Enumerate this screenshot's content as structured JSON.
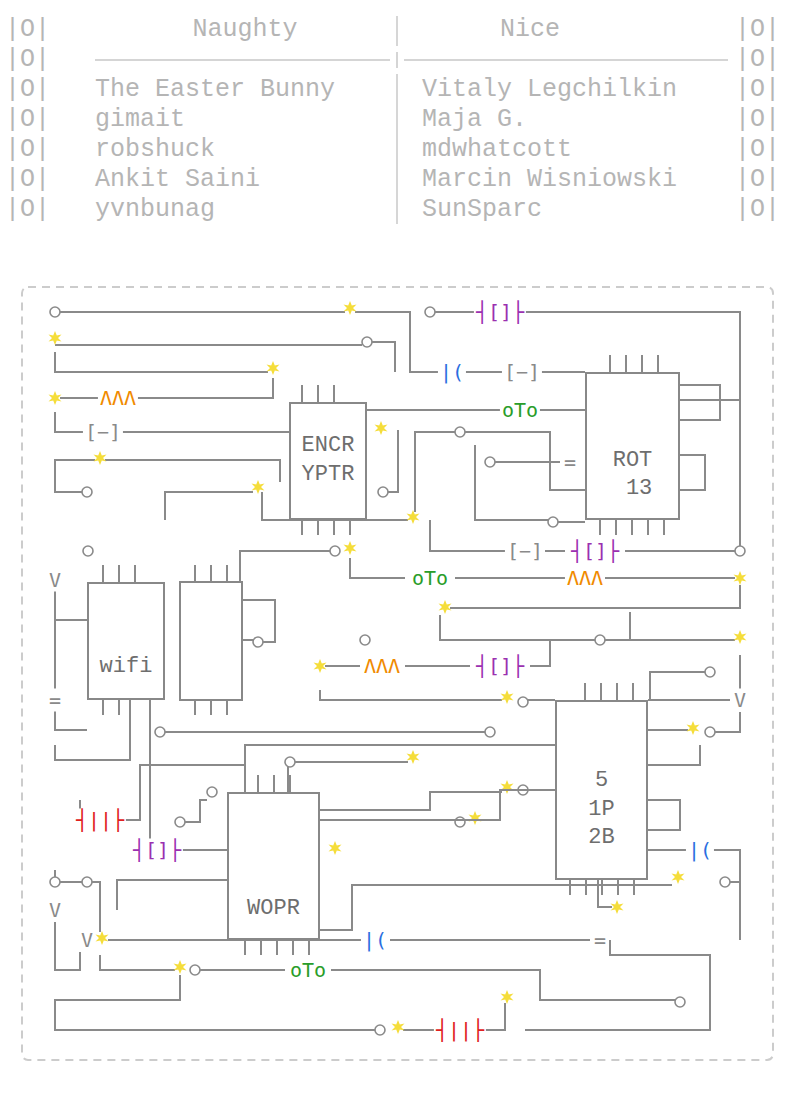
{
  "diagram": {
    "nodes": [
      {
        "text": [
          "ENCR YPTR"
        ]
      },
      {
        "text": [
          "ROT 13"
        ]
      },
      {
        "text": [
          "wifi"
        ]
      },
      {
        "text": [
          "5 1P 2B"
        ]
      },
      {
        "text": [
          "WOPR"
        ]
      }
    ],
    "edges": [
      {
        "from": 0,
        "to": 1,
        "arrow": "none"
      },
      {
        "from": 2,
        "to": 4,
        "arrow": "none"
      },
      {
        "from": 4,
        "to": 3,
        "arrow": "none"
      }
    ],
    "labels": [
      "|O|",
      "Naughty",
      "Nice",
      "|O|",
      "|O|",
      "|O|",
      "|O|",
      "The Easter Bunny",
      "Vitaly Legchilkin",
      "|O|",
      "|O|",
      "gimait",
      "Maja G.",
      "|O|",
      "|O|",
      "robshuck",
      "mdwhatcott",
      "|O|",
      "|O|",
      "Ankit Saini",
      "Marcin Wisniowski",
      "|O|",
      "|O|",
      "yvnbunag",
      "SunSparc",
      "|O|",
      "┤[]├",
      "|(",
      "[−]",
      "ΛΛΛ",
      "oTo",
      "[−]",
      "=",
      "[−]",
      "┤[]├",
      "V",
      "oTo",
      "ΛΛΛ",
      "ΛΛΛ",
      "┤[]├",
      "=",
      "V",
      "┤||├",
      "┤[]├",
      "|(",
      "V",
      "V",
      "|(",
      "=",
      "oTo",
      "┤||├"
    ]
  }
}
